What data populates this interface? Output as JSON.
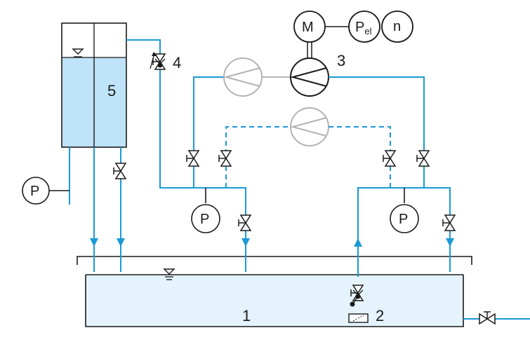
{
  "diagram": {
    "labels": {
      "sump": "1",
      "foot_valve": "2",
      "pump": "3",
      "vent_valve": "4",
      "tank": "5"
    },
    "motor": "M",
    "power": {
      "main": "P",
      "sub": "el"
    },
    "speed": "n",
    "gauge": "P",
    "colors": {
      "pipe": "#1a9ad6",
      "water": "#bfe3f8",
      "water_light": "#e4f3fc",
      "outline": "#1a1a1a",
      "inactive": "#b3b3b3"
    }
  }
}
